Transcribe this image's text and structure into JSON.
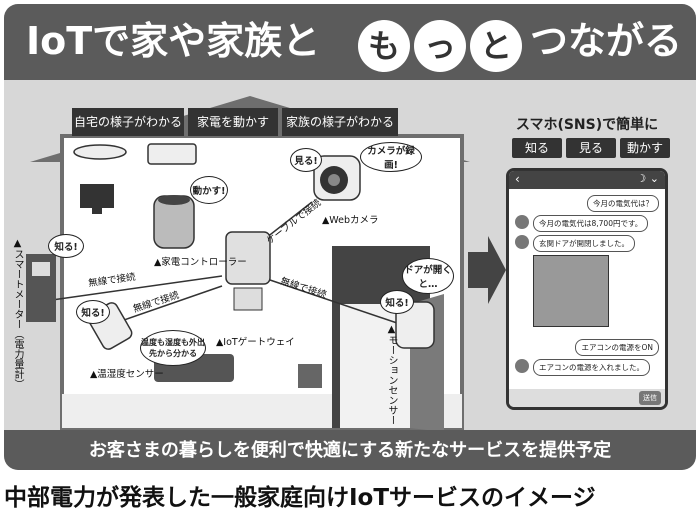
{
  "title": {
    "part1": "IoTで家や家族と",
    "circle1": "も",
    "circle2": "っ",
    "circle3": "と",
    "part2": "つながる"
  },
  "tabs": [
    "自宅の様子がわかる",
    "家電を動かす",
    "家族の様子がわかる"
  ],
  "devices": {
    "camera": "▲Webカメラ",
    "remote": "▲家電コントローラー",
    "gateway": "▲IoTゲートウェイ",
    "temp": "▲温湿度センサー",
    "motion": "▲モーションセンサー",
    "meter": "▲スマートメーター（電力量計）"
  },
  "connections": {
    "cable": "ケーブルで接続",
    "wireless1": "無線で接続",
    "wireless2": "無線で接続",
    "wireless3": "無線で接続"
  },
  "bubbles": {
    "know1": "知る!",
    "know2": "知る!",
    "know3": "知る!",
    "see": "見る!",
    "move": "動かす!",
    "recording": "カメラが録画!",
    "door": "ドアが開くと…",
    "tempinfo": "温度も湿度も外出先から分かる"
  },
  "sns": {
    "label": "スマホ(SNS)で簡単に",
    "buttons": [
      "知る",
      "見る",
      "動かす"
    ]
  },
  "chat": {
    "msg1": "今月の電気代は？",
    "msg2": "今月の電気代は8,700円です。",
    "msg3": "玄関ドアが開閉しました。",
    "msg4": "エアコンの電源をON",
    "msg5": "エアコンの電源を入れました。",
    "send": "送信"
  },
  "bottom_text": "お客さまの暮らしを便利で快適にする新たなサービスを提供予定",
  "caption": "中部電力が発表した一般家庭向けIoTサービスのイメージ"
}
